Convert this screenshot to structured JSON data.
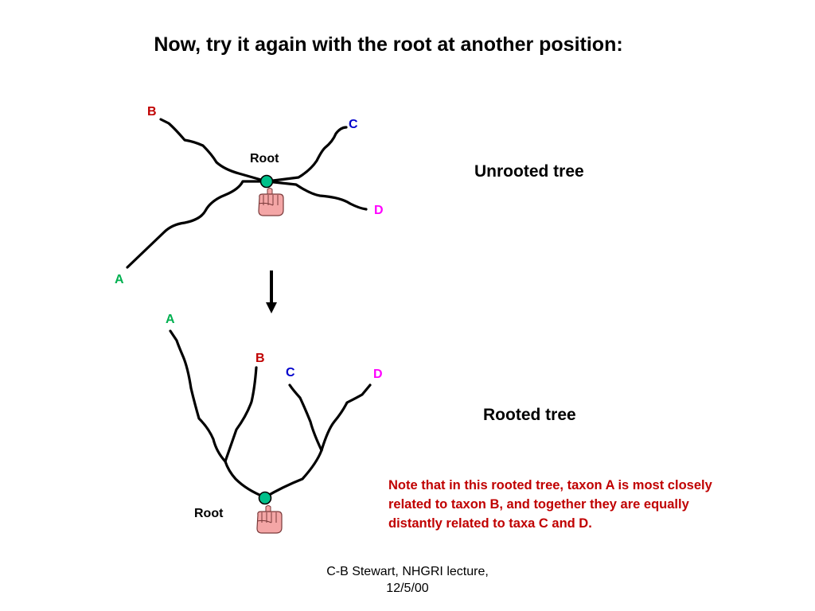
{
  "title": "Now, try it again with the root at another position:",
  "unrooted": {
    "label": "Unrooted tree",
    "root_label": "Root",
    "taxa": {
      "A": "A",
      "B": "B",
      "C": "C",
      "D": "D"
    }
  },
  "rooted": {
    "label": "Rooted tree",
    "root_label": "Root",
    "taxa": {
      "A": "A",
      "B": "B",
      "C": "C",
      "D": "D"
    }
  },
  "note": "Note that in this rooted tree, taxon A is most closely related to taxon B, and together they are equally distantly related to taxa C and D.",
  "footer": {
    "line1": "C-B Stewart, NHGRI lecture,",
    "line2": "12/5/00"
  },
  "colors": {
    "taxon_A": "#00b050",
    "taxon_B": "#c00000",
    "taxon_C": "#0000cc",
    "taxon_D": "#ff00ff",
    "root_node": "#00c08a",
    "hand": "#f4a6a6",
    "note": "#c00000"
  },
  "icons": [
    "hand-icon",
    "root-node-icon",
    "down-arrow-icon"
  ]
}
